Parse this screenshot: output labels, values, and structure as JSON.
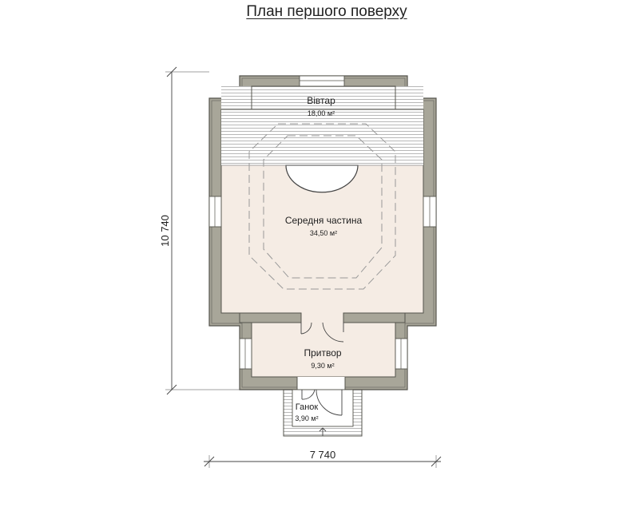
{
  "title": "План першого поверху",
  "rooms": {
    "altar": {
      "name": "Вівтар",
      "area": "18,00 м²"
    },
    "nave": {
      "name": "Середня частина",
      "area": "34,50 м²"
    },
    "narthex": {
      "name": "Притвор",
      "area": "9,30 м²"
    },
    "porch": {
      "name": "Ганок",
      "area": "3,90 м²"
    }
  },
  "dimensions": {
    "height": "10 740",
    "width": "7 740"
  },
  "colors": {
    "wall": "#a8a699",
    "wall_outline": "#55544d",
    "floor": "#f5ece4",
    "line": "#666666"
  }
}
